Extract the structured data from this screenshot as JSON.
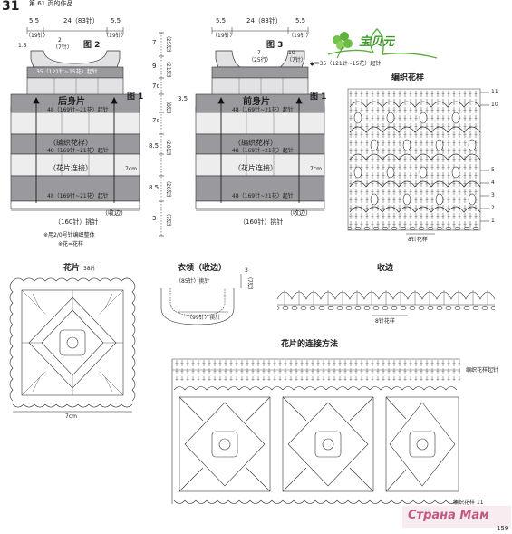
{
  "header": {
    "page_no": "31",
    "subtitle": "第 61 页的作品"
  },
  "logo": {
    "text": "宝贝元"
  },
  "fig2": {
    "label": "图 2",
    "top_left": "5.5",
    "top_mid": "24（83针）",
    "top_right": "5.5",
    "top_left_n": "（19针）",
    "top_right_n": "（19针）",
    "neck": "2",
    "neck_n": "（7针）",
    "side_15": "1.5",
    "stitch_35": "35（121针~15花）起针"
  },
  "fig3": {
    "label": "图 3",
    "top_left": "5.5",
    "top_mid": "24（83针）",
    "top_right": "5.5",
    "top_left_n": "（19针）",
    "top_right_n": "（19针）",
    "neck7": "7",
    "neck7_n": "（25行）",
    "neck10": "10",
    "neck10_n": "（7针）",
    "stitch_35": "◆＝35（121针~15花）起针"
  },
  "fig1_label": "图 1",
  "back": {
    "name": "后身片",
    "row48": "48（169针~21花）起针",
    "pattern": "（编织花样）",
    "motif": "（花片连接）",
    "hem": "（收边）",
    "total": "（160针）挑针",
    "cm7": "7cm"
  },
  "front": {
    "name": "前身片",
    "row48": "48（169针~21花）起针",
    "pattern": "（编织花样）",
    "motif": "（花片连接）",
    "hem": "（收边）",
    "total": "（160针）挑针",
    "cm7": "7cm"
  },
  "mid_dims": {
    "d7a": "7",
    "d7a_n": "（25行）",
    "d9": "9",
    "d9_n": "（21行）",
    "d7c": "7c",
    "d35": "3.5",
    "d35_n": "（8行）",
    "d7c2": "7c",
    "d85a": "8.5",
    "d85a_n": "（20行）",
    "d85b": "8.5",
    "d85b_n": "（20行）",
    "d3": "3",
    "d3_n": "（7行）"
  },
  "notes": {
    "n1": "※用2/0号针编织整体",
    "n2": "※花=花样"
  },
  "pattern_chart": {
    "title": "编织花样",
    "rows": [
      "11",
      "10",
      "5",
      "4",
      "3",
      "2",
      "1"
    ],
    "repeat": "8针花样"
  },
  "flower": {
    "title": "花片",
    "count": "38片",
    "width": "7cm"
  },
  "collar": {
    "title": "衣领（收边）",
    "inner": "（85针）挑针",
    "outer": "（99针）挑针",
    "rows": "3",
    "rows_n": "（7行）"
  },
  "edging": {
    "title": "收边",
    "repeat": "8针花样"
  },
  "connection": {
    "title": "花片的连接方法",
    "start": "编织花样起针"
  },
  "watermark": {
    "text": "Страна Мам"
  },
  "corner": {
    "text": "编织花样 11",
    "page": "159"
  }
}
